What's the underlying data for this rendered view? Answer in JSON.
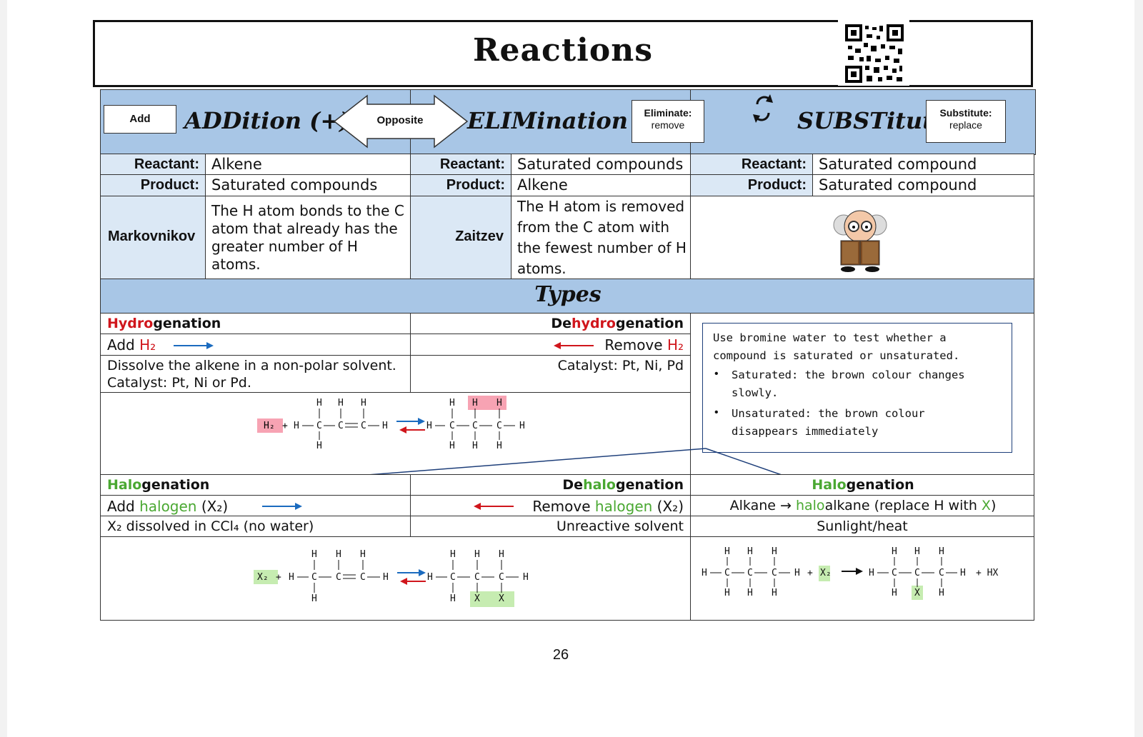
{
  "title": "Reactions",
  "page_number": "26",
  "header": {
    "add_note": "Add",
    "addition": "ADDition (+)",
    "opposite": "Opposite",
    "elimination": "ELIMination (–)",
    "eliminate_note_title": "Eliminate:",
    "eliminate_note_text": "remove",
    "substitution": "SUBSTitution",
    "substitute_note_title": "Substitute:",
    "substitute_note_text": "replace"
  },
  "labels": {
    "reactant": "Reactant:",
    "product": "Product:"
  },
  "addition": {
    "reactant": "Alkene",
    "product": "Saturated compounds",
    "rule_name": "Markovnikov",
    "rule_text": "The H atom bonds to the C atom that already has the greater number of H atoms."
  },
  "elimination": {
    "reactant": "Saturated compounds",
    "product": "Alkene",
    "rule_name": "Zaitzev",
    "rule_text": "The H atom is removed from the C atom with the fewest number of H atoms."
  },
  "substitution": {
    "reactant": "Saturated compound",
    "product": "Saturated compound"
  },
  "types_title": "Types",
  "hydrogenation": {
    "name_a": "Hydro",
    "name_b": "genation",
    "add": "Add ",
    "h2": "H₂",
    "desc1": "Dissolve the alkene in a non-polar solvent.",
    "desc2": "Catalyst: Pt, Ni or Pd."
  },
  "dehydrogenation": {
    "name_a": "De",
    "name_b": "hydro",
    "name_c": "genation",
    "remove": "Remove ",
    "h2": "H₂",
    "catalyst": "Catalyst: Pt, Ni, Pd"
  },
  "bromine_note": {
    "intro": "Use bromine water to test whether a compound is saturated or unsaturated.",
    "bullet1": "Saturated: the brown colour changes slowly.",
    "bullet2": "Unsaturated: the brown colour disappears immediately"
  },
  "halogenation_add": {
    "name_a": "Halo",
    "name_b": "genation",
    "add": "Add ",
    "halogen": "halogen",
    "x2": " (X₂)",
    "solvent": "X₂ dissolved in CCl₄ (no water)"
  },
  "dehalogenation": {
    "name_a": "De",
    "name_b": "halo",
    "name_c": "genation",
    "remove": "Remove ",
    "halogen": "halogen",
    "x2": " (X₂)",
    "solvent": "Unreactive solvent"
  },
  "halogenation_sub": {
    "name_a": "Halo",
    "name_b": "genation",
    "text_a": "Alkane → ",
    "halo": "halo",
    "text_b": "alkane (replace H with ",
    "x": "X",
    "text_c": ")",
    "condition": "Sunlight/heat"
  },
  "chem": {
    "h": "H",
    "c": "C",
    "x": "X",
    "h2": "H₂",
    "x2": "X₂",
    "plus": "+",
    "hx": "+ HX"
  },
  "colors": {
    "header_blue": "#a8c6e6",
    "label_blue": "#dbe8f5",
    "red": "#d0161c",
    "green": "#4aa832",
    "arrow_blue": "#1b6bbf",
    "pink": "#f7a3b3",
    "light_green": "#c6ecb1"
  },
  "icons": [
    "qr-code-icon",
    "cycle-arrows-icon",
    "professor-reading-icon",
    "double-arrow-shape"
  ]
}
